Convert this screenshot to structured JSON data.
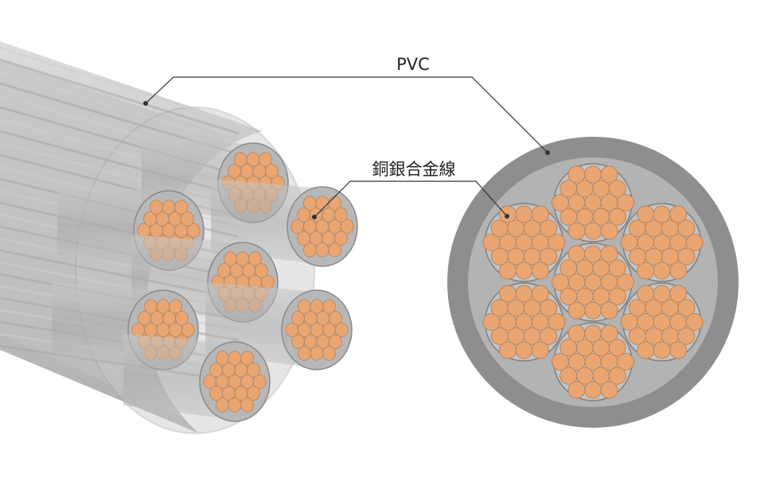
{
  "labels": {
    "insulation": "PVC",
    "conductor": "銅銀合金線"
  },
  "colors": {
    "copper": "#e9a672",
    "copper_edge": "#b5835f",
    "sheath_dark": "#8c8c8c",
    "sheath_mid": "#b4b4b4",
    "sheath_light": "#d2d2d2",
    "leader": "#333333"
  },
  "cable": {
    "bundle_count": 7,
    "wires_per_bundle": 19
  }
}
